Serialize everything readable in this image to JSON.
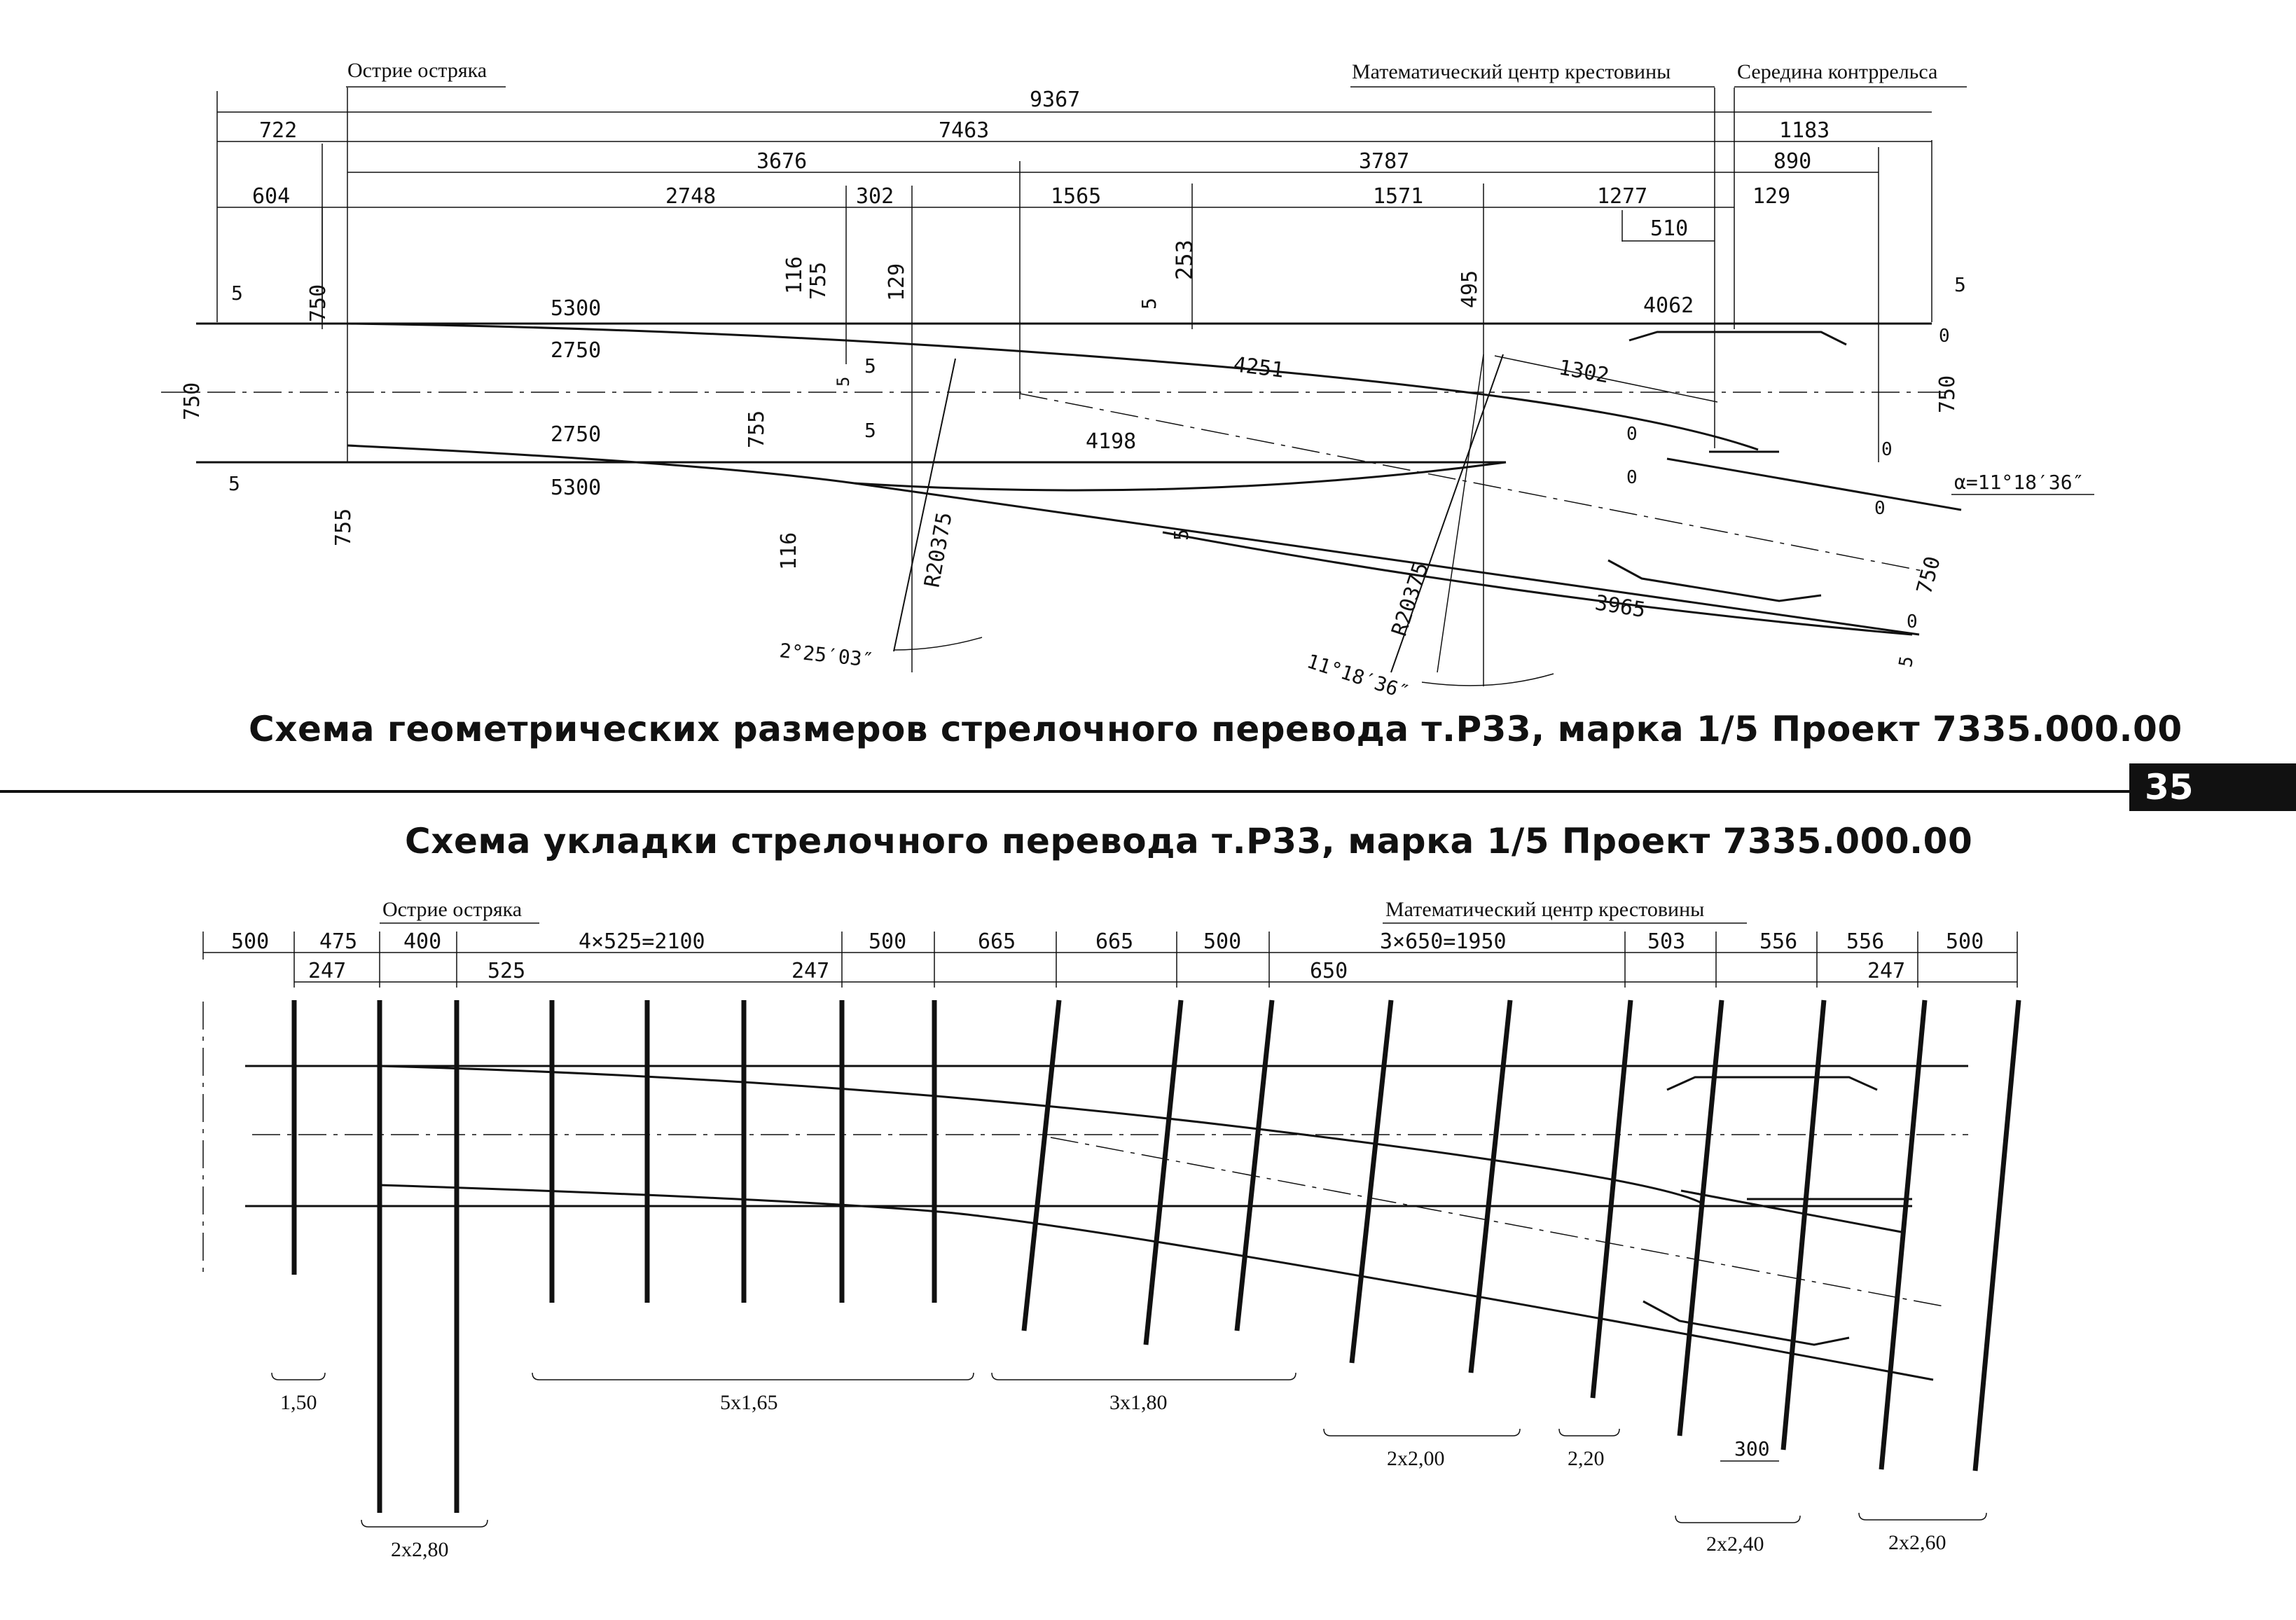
{
  "page_number": "35",
  "top_diagram": {
    "title": "Схема геометрических размеров стрелочного перевода т.Р33, марка 1/5 Проект 7335.000.00",
    "labels": {
      "switch_point": "Острие остряка",
      "math_center": "Математический центр крестовины",
      "guardrail_middle": "Середина контррельса"
    },
    "dimensions": {
      "total": "9367",
      "d722": "722",
      "d7463": "7463",
      "d1183": "1183",
      "d3676": "3676",
      "d3787": "3787",
      "d890": "890",
      "d604": "604",
      "d2748": "2748",
      "d302": "302",
      "d1565": "1565",
      "d1571": "1571",
      "d1277": "1277",
      "d129_top": "129",
      "d510": "510",
      "d5300_top": "5300",
      "d2750_top": "2750",
      "d2750_bottom": "2750",
      "d5300_bottom": "5300",
      "d4062": "4062",
      "d4251": "4251",
      "d4198": "4198",
      "d1302": "1302",
      "d3965": "3965",
      "v750_left": "750",
      "v750_gauge": "750",
      "v755_bottom": "755",
      "v116_top": "116",
      "v755_a": "755",
      "v755_b": "755",
      "v116_bottom": "116",
      "v129": "129",
      "v253": "253",
      "v495": "495",
      "v750_right": "750",
      "v750_diverging": "750",
      "s5_a": "5",
      "s5_b": "5",
      "s5_c": "5",
      "s5_d": "5",
      "s5_e": "5",
      "s5_f": "5",
      "s5_g": "5",
      "s5_h": "5",
      "s5_i": "5",
      "zero_a": "0",
      "zero_b": "0",
      "zero_c": "0",
      "zero_d": "0",
      "zero_e": "0",
      "zero_f": "0",
      "radius_1": "R20375",
      "radius_2": "R20375",
      "angle_switch": "2°25′03″",
      "angle_frog": "11°18′36″",
      "angle_alpha": "α=11°18′36″"
    }
  },
  "bottom_diagram": {
    "title": "Схема укладки стрелочного перевода т.Р33, марка 1/5 Проект 7335.000.00",
    "labels": {
      "switch_point": "Острие остряка",
      "math_center": "Математический центр крестовины"
    },
    "dimensions": {
      "s500_a": "500",
      "s475": "475",
      "s400": "400",
      "s4x525": "4×525=2100",
      "s500_b": "500",
      "s665_a": "665",
      "s665_b": "665",
      "s500_c": "500",
      "s3x650": "3×650=1950",
      "s503": "503",
      "s556_a": "556",
      "s556_b": "556",
      "s500_d": "500",
      "s247_a": "247",
      "s525": "525",
      "s247_b": "247",
      "s650": "650",
      "s247_c": "247",
      "s300": "300"
    },
    "sleeper_groups": {
      "g150": "1,50",
      "g5x165": "5х1,65",
      "g3x180": "3х1,80",
      "g2x200": "2х2,00",
      "g220": "2,20",
      "g2x280": "2х2,80",
      "g2x240": "2х2,40",
      "g2x260": "2х2,60"
    }
  }
}
